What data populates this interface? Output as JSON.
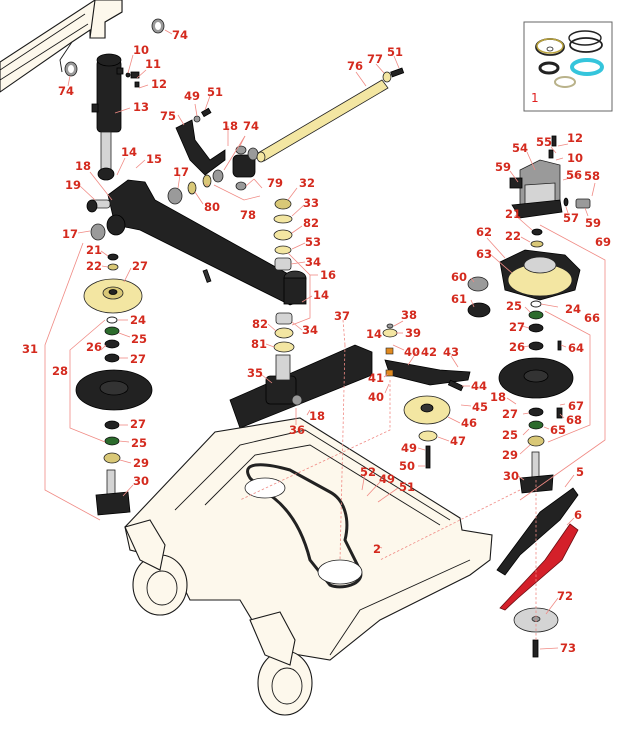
{
  "diagram": {
    "title": "Mower deck & spindle assembly exploded view",
    "colors": {
      "callout": "#d42a1e",
      "leader": "#f08a84",
      "deck": "#fdf8ec",
      "pulley": "#f3e6a2",
      "blade_high_lift": "#d4202a",
      "blade_standard": "#222222",
      "seal_kit_ring_blue": "#35c5dc"
    },
    "inset": {
      "name": "seal-kit",
      "label": "1"
    },
    "callouts": [
      {
        "id": "c-74a",
        "text": "74"
      },
      {
        "id": "c-74b",
        "text": "74"
      },
      {
        "id": "c-10a",
        "text": "10"
      },
      {
        "id": "c-11",
        "text": "11"
      },
      {
        "id": "c-12a",
        "text": "12"
      },
      {
        "id": "c-13",
        "text": "13"
      },
      {
        "id": "c-14a",
        "text": "14"
      },
      {
        "id": "c-15",
        "text": "15"
      },
      {
        "id": "c-18a",
        "text": "18"
      },
      {
        "id": "c-19",
        "text": "19"
      },
      {
        "id": "c-17a",
        "text": "17"
      },
      {
        "id": "c-49a",
        "text": "49"
      },
      {
        "id": "c-51a",
        "text": "51"
      },
      {
        "id": "c-75",
        "text": "75"
      },
      {
        "id": "c-18b",
        "text": "18"
      },
      {
        "id": "c-74c",
        "text": "74"
      },
      {
        "id": "c-17b",
        "text": "17"
      },
      {
        "id": "c-80",
        "text": "80"
      },
      {
        "id": "c-79",
        "text": "79"
      },
      {
        "id": "c-78",
        "text": "78"
      },
      {
        "id": "c-76",
        "text": "76"
      },
      {
        "id": "c-77",
        "text": "77"
      },
      {
        "id": "c-51b",
        "text": "51"
      },
      {
        "id": "c-32",
        "text": "32"
      },
      {
        "id": "c-33",
        "text": "33"
      },
      {
        "id": "c-82a",
        "text": "82"
      },
      {
        "id": "c-53",
        "text": "53"
      },
      {
        "id": "c-34a",
        "text": "34"
      },
      {
        "id": "c-16",
        "text": "16"
      },
      {
        "id": "c-14b",
        "text": "14"
      },
      {
        "id": "c-82b",
        "text": "82"
      },
      {
        "id": "c-34b",
        "text": "34"
      },
      {
        "id": "c-81",
        "text": "81"
      },
      {
        "id": "c-21a",
        "text": "21"
      },
      {
        "id": "c-22a",
        "text": "22"
      },
      {
        "id": "c-27a",
        "text": "27"
      },
      {
        "id": "c-31",
        "text": "31"
      },
      {
        "id": "c-24a",
        "text": "24"
      },
      {
        "id": "c-25a",
        "text": "25"
      },
      {
        "id": "c-26a",
        "text": "26"
      },
      {
        "id": "c-27b",
        "text": "27"
      },
      {
        "id": "c-28",
        "text": "28"
      },
      {
        "id": "c-27c",
        "text": "27"
      },
      {
        "id": "c-25b",
        "text": "25"
      },
      {
        "id": "c-29a",
        "text": "29"
      },
      {
        "id": "c-30a",
        "text": "30"
      },
      {
        "id": "c-37",
        "text": "37"
      },
      {
        "id": "c-35",
        "text": "35"
      },
      {
        "id": "c-18c",
        "text": "18"
      },
      {
        "id": "c-36",
        "text": "36"
      },
      {
        "id": "c-38",
        "text": "38"
      },
      {
        "id": "c-14c",
        "text": "14"
      },
      {
        "id": "c-39",
        "text": "39"
      },
      {
        "id": "c-40a",
        "text": "40"
      },
      {
        "id": "c-42",
        "text": "42"
      },
      {
        "id": "c-43",
        "text": "43"
      },
      {
        "id": "c-41",
        "text": "41"
      },
      {
        "id": "c-40b",
        "text": "40"
      },
      {
        "id": "c-44",
        "text": "44"
      },
      {
        "id": "c-45",
        "text": "45"
      },
      {
        "id": "c-46",
        "text": "46"
      },
      {
        "id": "c-47",
        "text": "47"
      },
      {
        "id": "c-49b",
        "text": "49"
      },
      {
        "id": "c-50",
        "text": "50"
      },
      {
        "id": "c-52",
        "text": "52"
      },
      {
        "id": "c-49c",
        "text": "49"
      },
      {
        "id": "c-51c",
        "text": "51"
      },
      {
        "id": "c-2",
        "text": "2"
      },
      {
        "id": "c-55",
        "text": "55"
      },
      {
        "id": "c-12b",
        "text": "12"
      },
      {
        "id": "c-54",
        "text": "54"
      },
      {
        "id": "c-10b",
        "text": "10"
      },
      {
        "id": "c-59a",
        "text": "59"
      },
      {
        "id": "c-56",
        "text": "56"
      },
      {
        "id": "c-58",
        "text": "58"
      },
      {
        "id": "c-57",
        "text": "57"
      },
      {
        "id": "c-59b",
        "text": "59"
      },
      {
        "id": "c-21b",
        "text": "21"
      },
      {
        "id": "c-22b",
        "text": "22"
      },
      {
        "id": "c-62",
        "text": "62"
      },
      {
        "id": "c-69",
        "text": "69"
      },
      {
        "id": "c-63",
        "text": "63"
      },
      {
        "id": "c-60",
        "text": "60"
      },
      {
        "id": "c-61",
        "text": "61"
      },
      {
        "id": "c-25c",
        "text": "25"
      },
      {
        "id": "c-24b",
        "text": "24"
      },
      {
        "id": "c-66",
        "text": "66"
      },
      {
        "id": "c-27d",
        "text": "27"
      },
      {
        "id": "c-26b",
        "text": "26"
      },
      {
        "id": "c-64",
        "text": "64"
      },
      {
        "id": "c-18d",
        "text": "18"
      },
      {
        "id": "c-67",
        "text": "67"
      },
      {
        "id": "c-27e",
        "text": "27"
      },
      {
        "id": "c-68",
        "text": "68"
      },
      {
        "id": "c-25d",
        "text": "25"
      },
      {
        "id": "c-65",
        "text": "65"
      },
      {
        "id": "c-29b",
        "text": "29"
      },
      {
        "id": "c-30b",
        "text": "30"
      },
      {
        "id": "c-5",
        "text": "5"
      },
      {
        "id": "c-6",
        "text": "6"
      },
      {
        "id": "c-72",
        "text": "72"
      },
      {
        "id": "c-73",
        "text": "73"
      }
    ]
  }
}
